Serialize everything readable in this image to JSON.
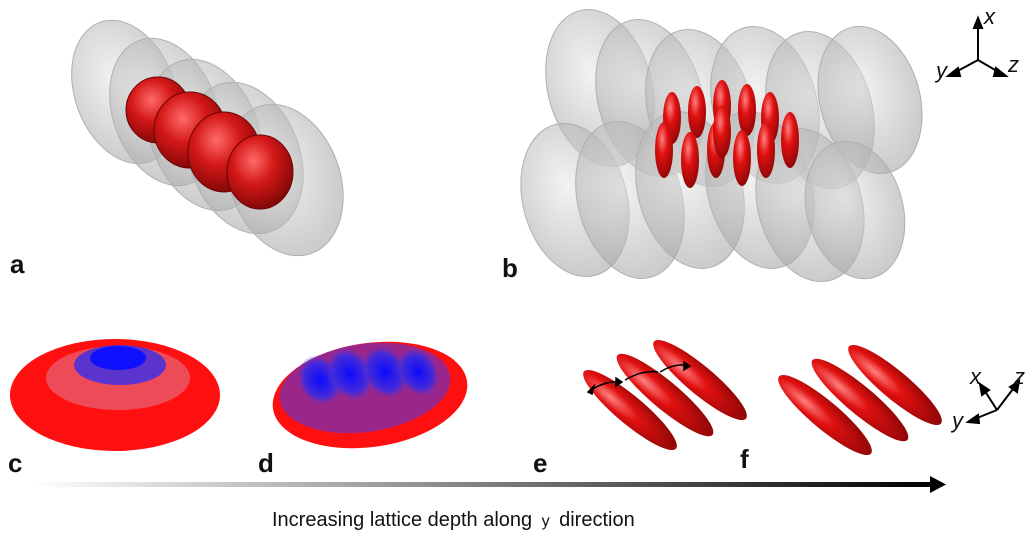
{
  "panels": [
    {
      "id": "a",
      "label": "a"
    },
    {
      "id": "b",
      "label": "b"
    },
    {
      "id": "c",
      "label": "c"
    },
    {
      "id": "d",
      "label": "d"
    },
    {
      "id": "e",
      "label": "e"
    },
    {
      "id": "f",
      "label": "f"
    }
  ],
  "axes_top": {
    "x": "x",
    "y": "y",
    "z": "z"
  },
  "axes_bottom": {
    "x": "x",
    "y": "y",
    "z": "z"
  },
  "caption": {
    "main": "Increasing lattice depth along",
    "axis": "y",
    "suffix": "direction"
  },
  "colors": {
    "cloud_red": "#e01010",
    "density_blue": "#1010ff",
    "shell_gray": "#c8c8c8",
    "arrow": "#000000"
  }
}
